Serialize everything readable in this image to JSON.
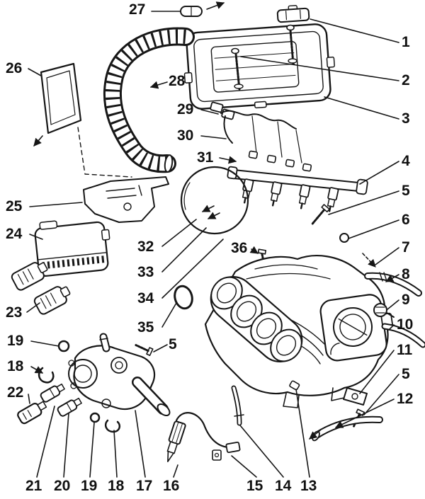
{
  "diagram": {
    "style": {
      "ink": "#161616",
      "background": "#ffffff"
    },
    "callouts": {
      "n27": "27",
      "n1": "1",
      "n2": "2",
      "n3": "3",
      "n26": "26",
      "n28": "28",
      "n29": "29",
      "n30": "30",
      "n31": "31",
      "n4": "4",
      "n5a": "5",
      "n6": "6",
      "n7": "7",
      "n8": "8",
      "n9": "9",
      "n10": "10",
      "n11": "11",
      "n5b": "5",
      "n12": "12",
      "n25": "25",
      "n24": "24",
      "n23": "23",
      "n32": "32",
      "n33": "33",
      "n34": "34",
      "n35": "35",
      "n36": "36",
      "n19a": "19",
      "n18a": "18",
      "n22": "22",
      "n5c": "5",
      "n21": "21",
      "n20": "20",
      "n19b": "19",
      "n18b": "18",
      "n17": "17",
      "n16": "16",
      "n15": "15",
      "n14": "14",
      "n13": "13"
    }
  }
}
